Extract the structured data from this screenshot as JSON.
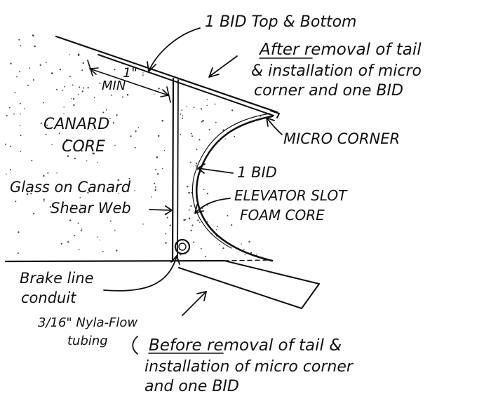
{
  "labels": {
    "top_bid": "1 BID  Top & Bottom",
    "after_1_em": "After",
    "after_1_rest": " removal of tail",
    "after_2": "& installation of micro",
    "after_3": "corner and one BID",
    "dim_1": "1\"",
    "dim_2": "MIN",
    "canard_1": "CANARD",
    "canard_2": "CORE",
    "micro_corner": "MICRO CORNER",
    "one_bid": "1 BID",
    "glass_1": "Glass on Canard",
    "glass_2": "Shear Web",
    "elevator_1": "ELEVATOR SLOT",
    "elevator_2": "FOAM CORE",
    "brake_1": "Brake line",
    "brake_2": "conduit",
    "nyla_1": "3/16\" Nyla-Flow",
    "nyla_2": "tubing",
    "before_1_em": "Before",
    "before_1_rest": " removal of tail &",
    "before_2": "installation of micro corner",
    "before_3": "and one BID"
  },
  "colors": {
    "ink": "#111111",
    "stipple": "#444444",
    "paper": "#ffffff"
  }
}
